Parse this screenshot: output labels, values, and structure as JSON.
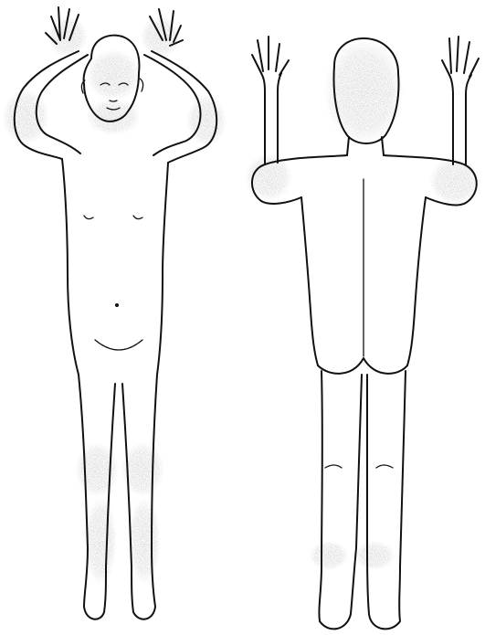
{
  "figure": {
    "views": [
      {
        "id": "front",
        "label": ""
      },
      {
        "id": "back",
        "label": ""
      }
    ],
    "colors": {
      "outline": "#111111",
      "lesion": "#8a8a8a",
      "background": "#ffffff"
    },
    "affected_areas": {
      "front": [
        "hands",
        "face",
        "elbows",
        "knees",
        "shins",
        "ankles"
      ],
      "back": [
        "back-of-head",
        "elbows",
        "ankles"
      ]
    }
  }
}
